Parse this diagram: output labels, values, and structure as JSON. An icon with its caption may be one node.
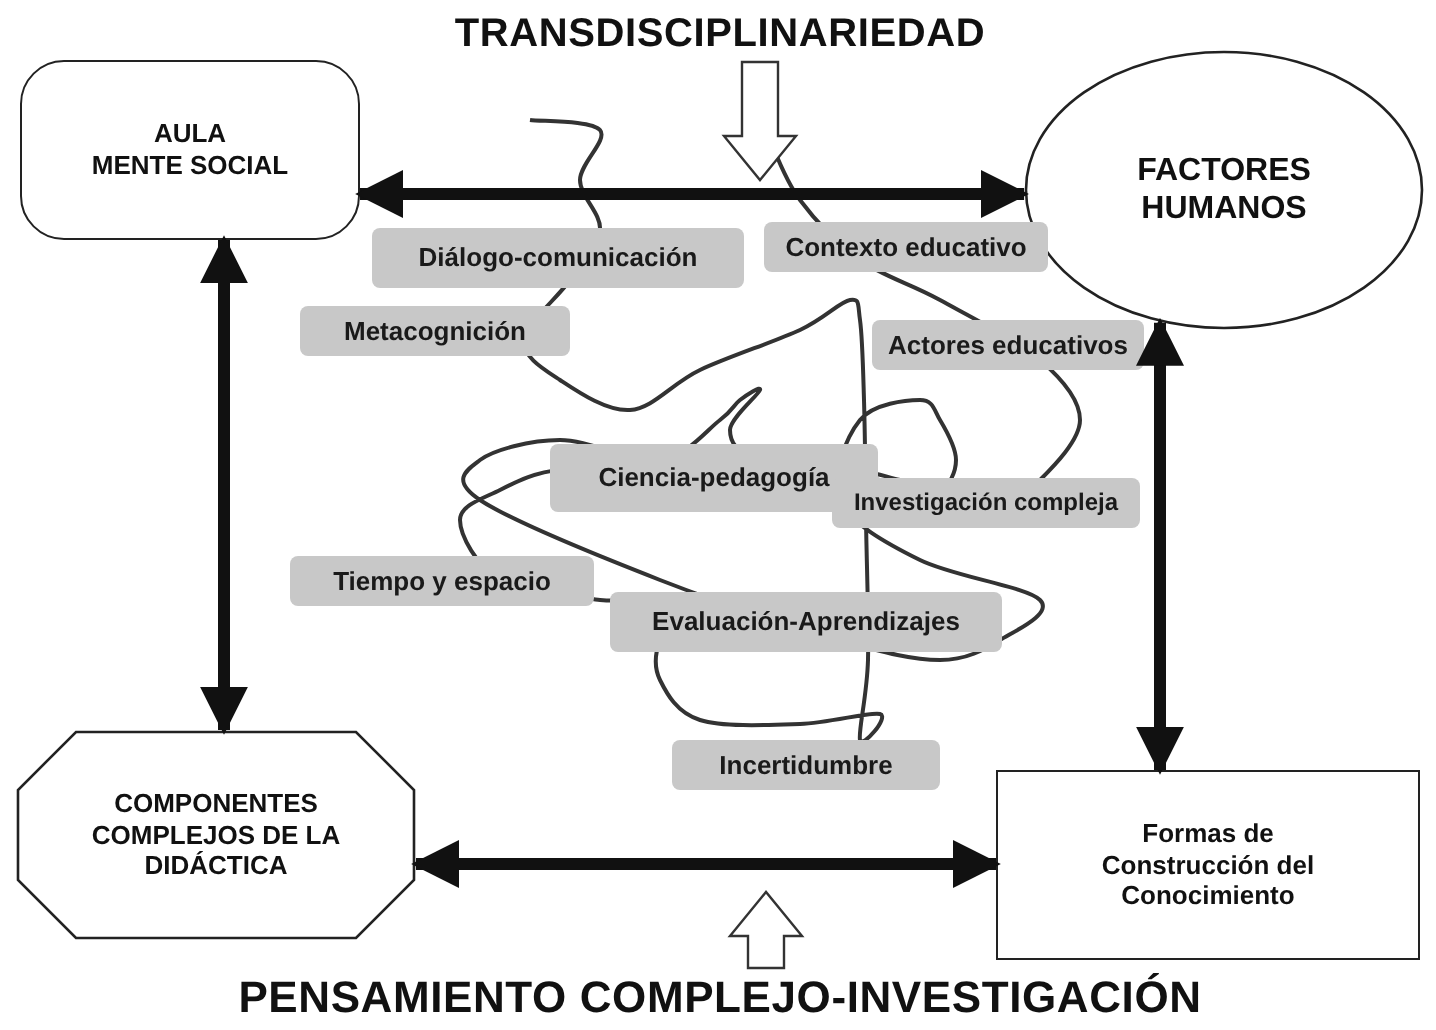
{
  "diagram": {
    "nodes": [
      {
        "text": [
          "TRANSDISCIPLINARIEDAD"
        ]
      },
      {
        "text": [
          "AULA",
          "MENTE SOCIAL"
        ]
      },
      {
        "text": [
          "FACTORES HUMANOS"
        ]
      },
      {
        "text": [
          "Diálogo-comunicación"
        ]
      },
      {
        "text": [
          "Contexto educativo"
        ]
      },
      {
        "text": [
          "Metacognición"
        ]
      },
      {
        "text": [
          "Actores educativos"
        ]
      },
      {
        "text": [
          "Ciencia-pedagogía"
        ]
      },
      {
        "text": [
          "Investigación compleja"
        ]
      },
      {
        "text": [
          "Tiempo y espacio"
        ]
      },
      {
        "text": [
          "Evaluación-Aprendizajes"
        ]
      },
      {
        "text": [
          "Incertidumbre"
        ]
      },
      {
        "text": [
          "COMPONENTES COMPLEJOS DE LA DIDÁCTICA"
        ]
      },
      {
        "text": [
          "Formas de Construcción del Conocimiento"
        ]
      },
      {
        "text": [
          "PENSAMIENTO COMPLEJO-INVESTIGACIÓN"
        ]
      }
    ],
    "edges": [
      {
        "from": 0,
        "to": null,
        "arrow": "to"
      },
      {
        "from": 1,
        "to": 2,
        "arrow": "both"
      },
      {
        "from": 1,
        "to": 12,
        "arrow": "both"
      },
      {
        "from": 2,
        "to": 13,
        "arrow": "both"
      },
      {
        "from": 12,
        "to": 13,
        "arrow": "both"
      },
      {
        "from": 14,
        "to": null,
        "arrow": "to"
      }
    ]
  }
}
